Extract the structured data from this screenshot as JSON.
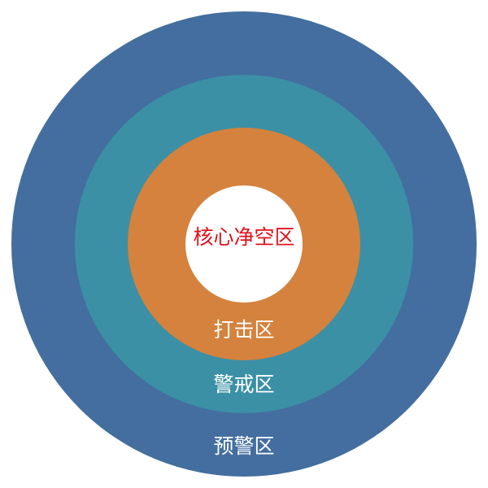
{
  "zones": {
    "warning": {
      "label": "预警区",
      "color": "#436e9f",
      "text_color": "#ffffff"
    },
    "alert": {
      "label": "警戒区",
      "color": "#3b90a6",
      "text_color": "#ffffff"
    },
    "strike": {
      "label": "打击区",
      "color": "#d4823d",
      "text_color": "#ffffff"
    },
    "core": {
      "label": "核心净空区",
      "color": "#ffffff",
      "text_color": "#e0121b"
    }
  }
}
